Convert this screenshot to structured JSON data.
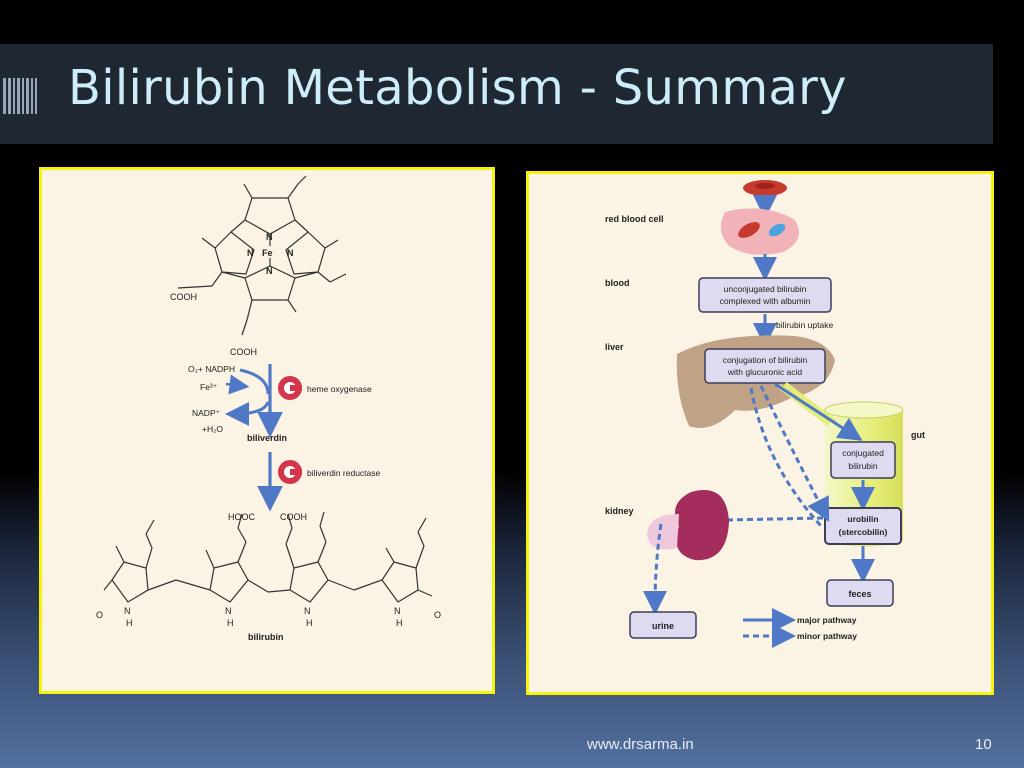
{
  "slide": {
    "title": "Bilirubin Metabolism - Summary",
    "footer_url": "www.drsarma.in",
    "slide_number": "10"
  },
  "left_panel": {
    "heme_atoms": {
      "n": "N",
      "fe": "Fe",
      "cooh_a": "COOH",
      "cooh_b": "COOH"
    },
    "reagents": {
      "o2_nadph": "O₂+ NADPH",
      "fe3": "Fe³⁺",
      "nadp": "NADP⁺",
      "h2o": "+H₂O"
    },
    "enzyme_1": "heme oxygenase",
    "product_1": "biliverdin",
    "enzyme_2": "biliverdin reductase",
    "bilirubin_atoms": {
      "hooc": "HOOC",
      "cooh": "COOH",
      "o": "O",
      "n": "N",
      "h": "H"
    },
    "product_2": "bilirubin"
  },
  "right_panel": {
    "labels": {
      "red_blood_cell": "red blood cell",
      "blood": "blood",
      "liver": "liver",
      "gut": "gut",
      "kidney": "kidney"
    },
    "boxes": {
      "unconj_1": "unconjugated bilirubin",
      "unconj_2": "complexed with albumin",
      "conj_1": "conjugation of bilirubin",
      "conj_2": "with glucuronic acid",
      "conjugated_1": "conjugated",
      "conjugated_2": "bilirubin",
      "urobilin_1": "urobilin",
      "urobilin_2": "(stercobilin)",
      "feces": "feces",
      "urine": "urine"
    },
    "uptake": "bilirubin uptake",
    "legend": {
      "major": "major pathway",
      "minor": "minor pathway"
    },
    "colors": {
      "arrow": "#4f79c6",
      "box_fill": "#dedaf0",
      "box_stroke": "#3d3d5a",
      "rbc": "#c63a2e",
      "liver": "#c0a286",
      "kidney": "#a42d5e"
    }
  }
}
